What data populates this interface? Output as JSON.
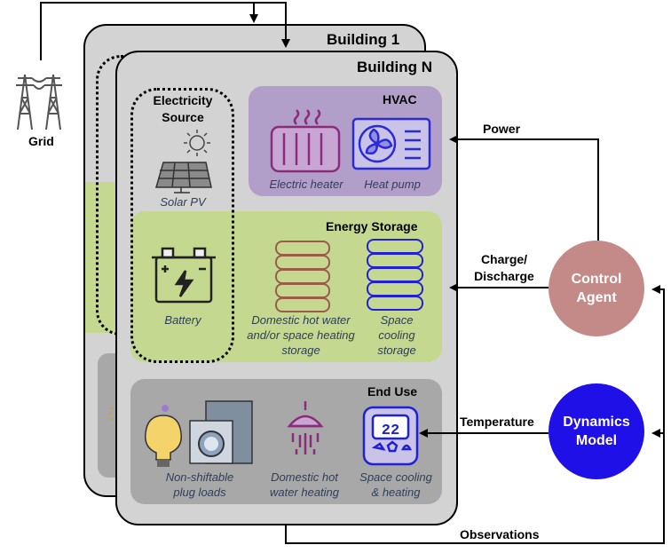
{
  "grid": {
    "label": "Grid"
  },
  "buildings": {
    "back_title": "Building 1",
    "front_title": "Building N"
  },
  "electricity_source": {
    "title": "Electricity Source",
    "solar_label": "Solar PV",
    "battery_label": "Battery"
  },
  "hvac": {
    "title": "HVAC",
    "heater_label": "Electric heater",
    "heatpump_label": "Heat pump"
  },
  "energy_storage": {
    "title": "Energy Storage",
    "dhw_storage_label": "Domestic hot water and/or space heating storage",
    "cooling_storage_label": "Space cooling storage"
  },
  "end_use": {
    "title": "End Use",
    "plug_loads_label": "Non-shiftable plug loads",
    "dhw_heating_label": "Domestic hot water heating",
    "space_label": "Space cooling & heating",
    "thermostat_reading": "22"
  },
  "signals": {
    "power": "Power",
    "charge_discharge": "Charge/ Discharge",
    "temperature": "Temperature",
    "observations": "Observations"
  },
  "control_agent": {
    "label": "Control Agent",
    "color": "#c48a87"
  },
  "dynamics_model": {
    "label": "Dynamics Model",
    "color": "#1e10e6"
  },
  "colors": {
    "hvac_panel": "#b19fca",
    "storage_panel": "#c4d88f",
    "enduse_panel": "#a8a8a8",
    "building": "#d3d3d3"
  }
}
